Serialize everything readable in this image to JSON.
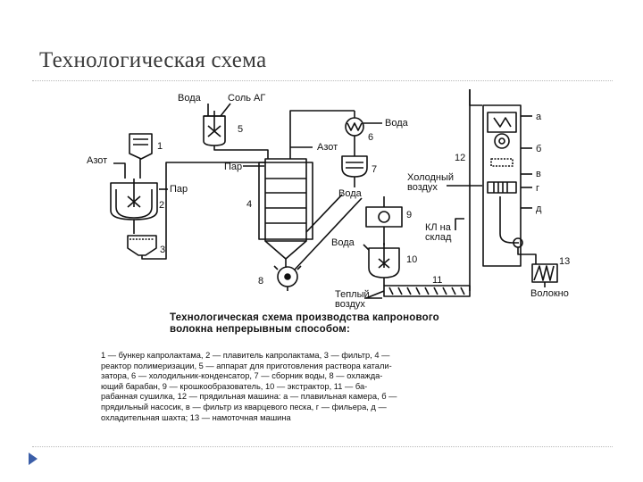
{
  "slide": {
    "title": "Технологическая схема",
    "accent": "#3b5ea8"
  },
  "diagram": {
    "labels": {
      "voda_top": "Вода",
      "sol_ag": "Соль АГ",
      "n5": "5",
      "n6": "6",
      "voda_6": "Вода",
      "azot_7": "Азот",
      "n1": "1",
      "azot_left": "Азот",
      "par_top": "Пар",
      "n7": "7",
      "par_2": "Пар",
      "n2": "2",
      "voda_7": "Вода",
      "n4": "4",
      "n3": "3",
      "n9": "9",
      "voda_10": "Вода",
      "n10": "10",
      "n8": "8",
      "n11": "11",
      "teplyi": "Теплый",
      "vozduh_b": "воздух",
      "n12": "12",
      "holodnyi": "Холодный",
      "vozduh_h": "воздух",
      "kl_na": "КЛ на",
      "sklad": "склад",
      "a": "а",
      "b": "б",
      "v": "в",
      "g": "г",
      "d": "д",
      "n13": "13",
      "volokno": "Волокно"
    }
  },
  "caption": {
    "line1": "Технологическая схема производства капронового",
    "line2": "волокна непрерывным способом:"
  },
  "legend": {
    "lines": [
      "1 — бункер капролактама, 2 — плавитель капролактама, 3 — фильтр, 4 —",
      "реактор полимеризации, 5 — аппарат для приготовления раствора катали-",
      "затора, 6 — холодильник-конденсатор, 7 — сборник воды, 8 — охлажда-",
      "ющий барабан, 9 — крошкообразователь, 10 — экстрактор, 11 — ба-",
      "рабанная сушилка, 12 — прядильная машина: а — плавильная камера, б —",
      "прядильный насосик, в — фильтр из кварцевого песка, г — фильера, д —",
      "охладительная шахта; 13 — намоточная машина"
    ]
  }
}
